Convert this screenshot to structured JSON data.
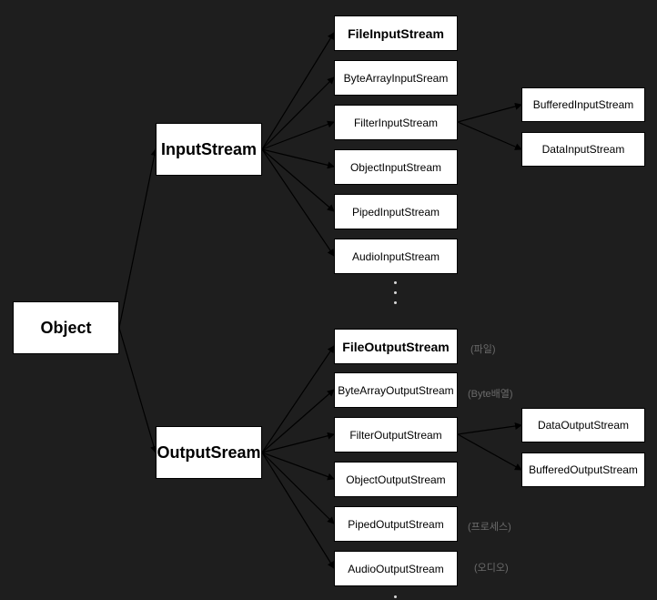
{
  "root": {
    "label": "Object"
  },
  "input": {
    "label": "InputStream",
    "children": [
      {
        "label": "FileInputStream"
      },
      {
        "label": "ByteArrayInputSream"
      },
      {
        "label": "FilterInputStream"
      },
      {
        "label": "ObjectInputStream"
      },
      {
        "label": "PipedInputStream"
      },
      {
        "label": "AudioInputStream"
      }
    ],
    "filter_children": [
      {
        "label": "BufferedInputStream"
      },
      {
        "label": "DataInputStream"
      }
    ]
  },
  "output": {
    "label": "OutputSream",
    "children": [
      {
        "label": "FileOutputStream",
        "note": "(파일)"
      },
      {
        "label": "ByteArrayOutputStream",
        "note": "(Byte배열)"
      },
      {
        "label": "FilterOutputStream"
      },
      {
        "label": "ObjectOutputStream"
      },
      {
        "label": "PipedOutputStream",
        "note": "(프로세스)"
      },
      {
        "label": "AudioOutputStream",
        "note": "(오디오)"
      }
    ],
    "filter_children": [
      {
        "label": "DataOutputStream"
      },
      {
        "label": "BufferedOutputStream"
      }
    ]
  },
  "colors": {
    "background": "#1e1e1e",
    "node_fill": "#ffffff",
    "edge": "#000000",
    "note_text": "#6b6b6b"
  }
}
